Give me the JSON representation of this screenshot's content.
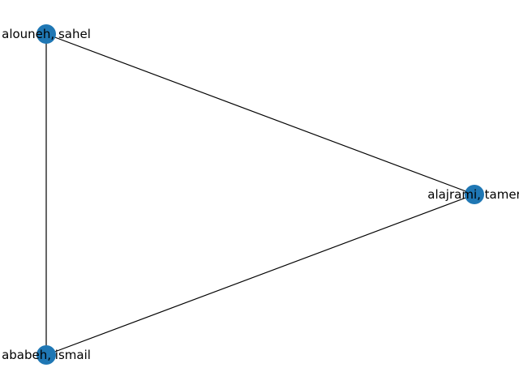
{
  "graph": {
    "node_color": "#1f77b4",
    "edge_color": "#000000",
    "nodes": [
      {
        "id": "n0",
        "label": "alouneh, sahel"
      },
      {
        "id": "n1",
        "label": "alajrami, tamer"
      },
      {
        "id": "n2",
        "label": "ababeh, ismail"
      }
    ],
    "edges": [
      {
        "source": "n0",
        "target": "n1"
      },
      {
        "source": "n0",
        "target": "n2"
      },
      {
        "source": "n1",
        "target": "n2"
      }
    ]
  }
}
